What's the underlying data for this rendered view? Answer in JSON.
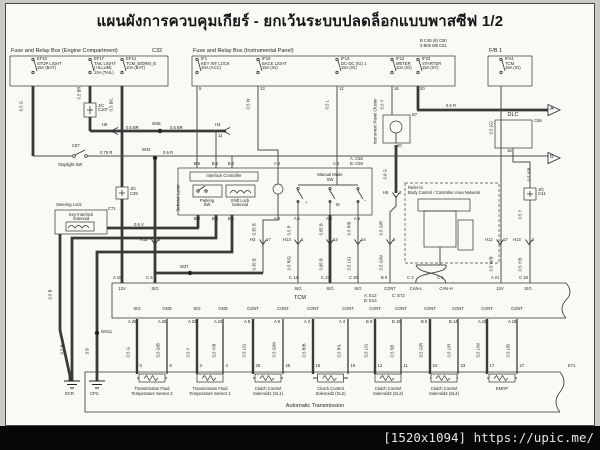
{
  "title": "แผนผังการควบคุมเกียร์ - ยกเว้นระบบปลดล็อกแบบพาสซีฟ 1/2",
  "watermark": "[1520x1094] https://upic.me/",
  "colors": {
    "wire": "#3a3a3a",
    "paper": "#faf9f5",
    "bar": "#060606"
  },
  "engine": {
    "label": "Fuse and Relay Box (Engine Compartment)",
    "connector": "C32",
    "fuses": [
      {
        "id": "EF10",
        "name": "STOP LIGHT",
        "rating": "15A (BAT)"
      },
      {
        "id": "EF17",
        "name": "TAIL LIGHT (+ILLUM)",
        "rating": "10A (TAIL)"
      },
      {
        "id": "EF14",
        "name": "TCM_B/DRM_B",
        "rating": "10A (BAT)"
      }
    ]
  },
  "instrument": {
    "label": "Fuse and Relay Box (Instrumental Panel)",
    "note1": "B C45 (6) C50",
    "note2": "2 B05 M6 C51",
    "pin_row": [
      "5",
      "13",
      "12",
      "16",
      "20"
    ],
    "fuses": [
      {
        "id": "IF1",
        "name": "KEY INT LOCK",
        "rating": "10A (ACC)"
      },
      {
        "id": "IF10",
        "name": "BACK LIGHT",
        "rating": "15A (IG)"
      },
      {
        "id": "IF13",
        "name": "DC-DC (IG) 1",
        "rating": "15A (IG)"
      },
      {
        "id": "IF12",
        "name": "METER",
        "rating": "10A (IG)"
      },
      {
        "id": "IF23",
        "name": "STARTER",
        "rating": "15A (ST)"
      }
    ]
  },
  "fb1": {
    "label": "F/B 1",
    "fuses": [
      {
        "id": "IFA4",
        "name": "TCM",
        "rating": "15A (IG)"
      }
    ]
  },
  "stoplight": {
    "connector": "C87",
    "label": "Stoplight SW"
  },
  "steering": {
    "label": "Steering Lock",
    "l1": "Key Interlock",
    "l2": "Solenoid",
    "connector": "C71"
  },
  "selector": {
    "label": "Selector Lever",
    "interlock": "Interlock Controller",
    "parking1": "Parking",
    "parking2": "SW",
    "shift1": "Shift Lock",
    "shift2": "Solenoid",
    "manual1": "Manual Mode",
    "manual2": "SW",
    "plus": "+",
    "m": "M",
    "minus": "−",
    "note_a": "A: C55",
    "note_b": "B: C59",
    "top_pins": [
      "B 6",
      "B 5",
      "B 4",
      "A 4",
      "A 6"
    ],
    "bottom_pins": [
      "B 8",
      "B 3",
      "B 1",
      "A 8",
      "A 1",
      "A 2",
      "A 5"
    ]
  },
  "cluster": {
    "label": "Instrument Panel Cluster",
    "connector": "B7",
    "pin": "20"
  },
  "dlc": {
    "label": "DLC",
    "connector": "C56",
    "pin": "16"
  },
  "can_ref": {
    "l1": "Refer to",
    "l2": "Body Control / Controller Area Network"
  },
  "jc": {
    "c107": {
      "l1": "J/C",
      "l2": "C107"
    },
    "c39": {
      "l1": "J/C",
      "l2": "C39"
    },
    "c41": {
      "l1": "J/C",
      "l2": "C41"
    }
  },
  "junctions": {
    "w34": "W34",
    "w35": "W35",
    "w37": "W37",
    "ws11": "WS11"
  },
  "grounds": {
    "g1": "ECR",
    "g2": "CPC"
  },
  "arrows": {
    "a": "A",
    "b": "B"
  },
  "hrefs": {
    "h6": "H6",
    "h3": "H3",
    "h3n": "11",
    "c1": [
      "H3",
      "17"
    ],
    "c2": [
      "H13",
      "1"
    ],
    "c3": [
      "12"
    ],
    "c4": [
      "14"
    ],
    "c5": [
      "6"
    ],
    "c6": [
      "H12",
      "17"
    ],
    "c7": [
      "H13",
      "2"
    ],
    "c8": [
      "H12",
      "3"
    ],
    "c9": [
      "H5",
      "2"
    ]
  },
  "wires": {
    "w_v1": "0.5 G",
    "w_v2": "0.5 BR",
    "w_v3": "0.5 B/L",
    "w_if10": "0.5 W",
    "w_if13": "0.5 L",
    "w_if12": "0.5 Y",
    "w_075r": "0.75 R",
    "w_05r": "0.5 R",
    "w_brl": "0.5 BR",
    "w_brr": "0.5 BR",
    "w_05r2": "0.5 R",
    "w_05v": "0.5 V",
    "w_08g": "0.8 G",
    "w_yb1": "0.5 Y/B",
    "w_y": "0.5 Y",
    "w_yb2": "0.5 Y/B",
    "w_g": "0.5 (G)",
    "w_wb": "0.5 W/B",
    "sel_above": [
      "0.35 B",
      "0.5 P",
      "0.85 B",
      "0.5 P/B",
      "0.5 G/R"
    ],
    "sel_below": [
      "0.35 B",
      "0.5 R/G",
      "0.85 B",
      "0.5 L/G",
      "0.5 G/W"
    ],
    "gnd": [
      "0.5 B",
      "0.5 B",
      "3 B"
    ]
  },
  "tcm": {
    "label": "TCM",
    "conn_a": "A: E12",
    "conn_b": "B: E13",
    "conn_c": "C: E72",
    "top_pins": [
      {
        "pin": "A 10",
        "sig": "12V"
      },
      {
        "pin": "C 6",
        "sig": "SIG"
      },
      {
        "pin": "C 14",
        "sig": "SIG"
      },
      {
        "pin": "C 24",
        "sig": "SIG"
      },
      {
        "pin": "C 20",
        "sig": "SIG"
      },
      {
        "pin": "B 9",
        "sig": "CONT"
      },
      {
        "pin": "C 2",
        "sig": "CAN-L"
      },
      {
        "pin": "C 1",
        "sig": "CAN-H"
      },
      {
        "pin": "A 21",
        "sig": "12V"
      },
      {
        "pin": "C 18",
        "sig": "SIG"
      }
    ],
    "bottom_pins": [
      {
        "pin": "A 26",
        "sig": "SIG",
        "wire": "0.5 G"
      },
      {
        "pin": "A 25",
        "sig": "GND",
        "wire": "0.5 G/B"
      },
      {
        "pin": "A 23",
        "sig": "SIG",
        "wire": "0.5 Y"
      },
      {
        "pin": "A 24",
        "sig": "GND",
        "wire": "0.5 Y/B"
      },
      {
        "pin": "A 8",
        "sig": "CONT",
        "wire": "0.5 L/G"
      },
      {
        "pin": "A 9",
        "sig": "CONT",
        "wire": "0.5 G/W"
      },
      {
        "pin": "A 2",
        "sig": "CONT",
        "wire": "0.5 R/B"
      },
      {
        "pin": "A 3",
        "sig": "CONT",
        "wire": "0.5 R/L"
      },
      {
        "pin": "B 9",
        "sig": "CONT",
        "wire": "0.5 L/G"
      },
      {
        "pin": "B 16",
        "sig": "CONT",
        "wire": "0.5 SB"
      },
      {
        "pin": "B 5",
        "sig": "CONT",
        "wire": "0.5 G/R"
      },
      {
        "pin": "B 14",
        "sig": "CONT",
        "wire": "0.5 L/R"
      },
      {
        "pin": "A 19",
        "sig": "CONT",
        "wire": "0.5 L/W"
      },
      {
        "pin": "A 18",
        "sig": "CONT",
        "wire": "0.5 L/B"
      }
    ]
  },
  "at": {
    "label": "Automatic Transmission",
    "connector": "E71",
    "pins": [
      "5",
      "6",
      "3",
      "4",
      "26",
      "25",
      "16",
      "15",
      "12",
      "11",
      "24",
      "23",
      "17",
      "27"
    ],
    "comps": [
      {
        "l1": "Transmission Fluid",
        "l2": "Temperature Sensor 2"
      },
      {
        "l1": "Transmission Fluid",
        "l2": "Temperature Sensor 1"
      },
      {
        "l1": "Clutch Control",
        "l2": "Solenoid1 (SL1)"
      },
      {
        "l1": "Clutch Control",
        "l2": "Solenoid2 (SL2)"
      },
      {
        "l1": "Clutch Control",
        "l2": "Solenoid3 (SL3)"
      },
      {
        "l1": "Clutch Control",
        "l2": "Solenoid4 (SL4)"
      },
      {
        "l1": "EMOP",
        "l2": ""
      }
    ]
  }
}
